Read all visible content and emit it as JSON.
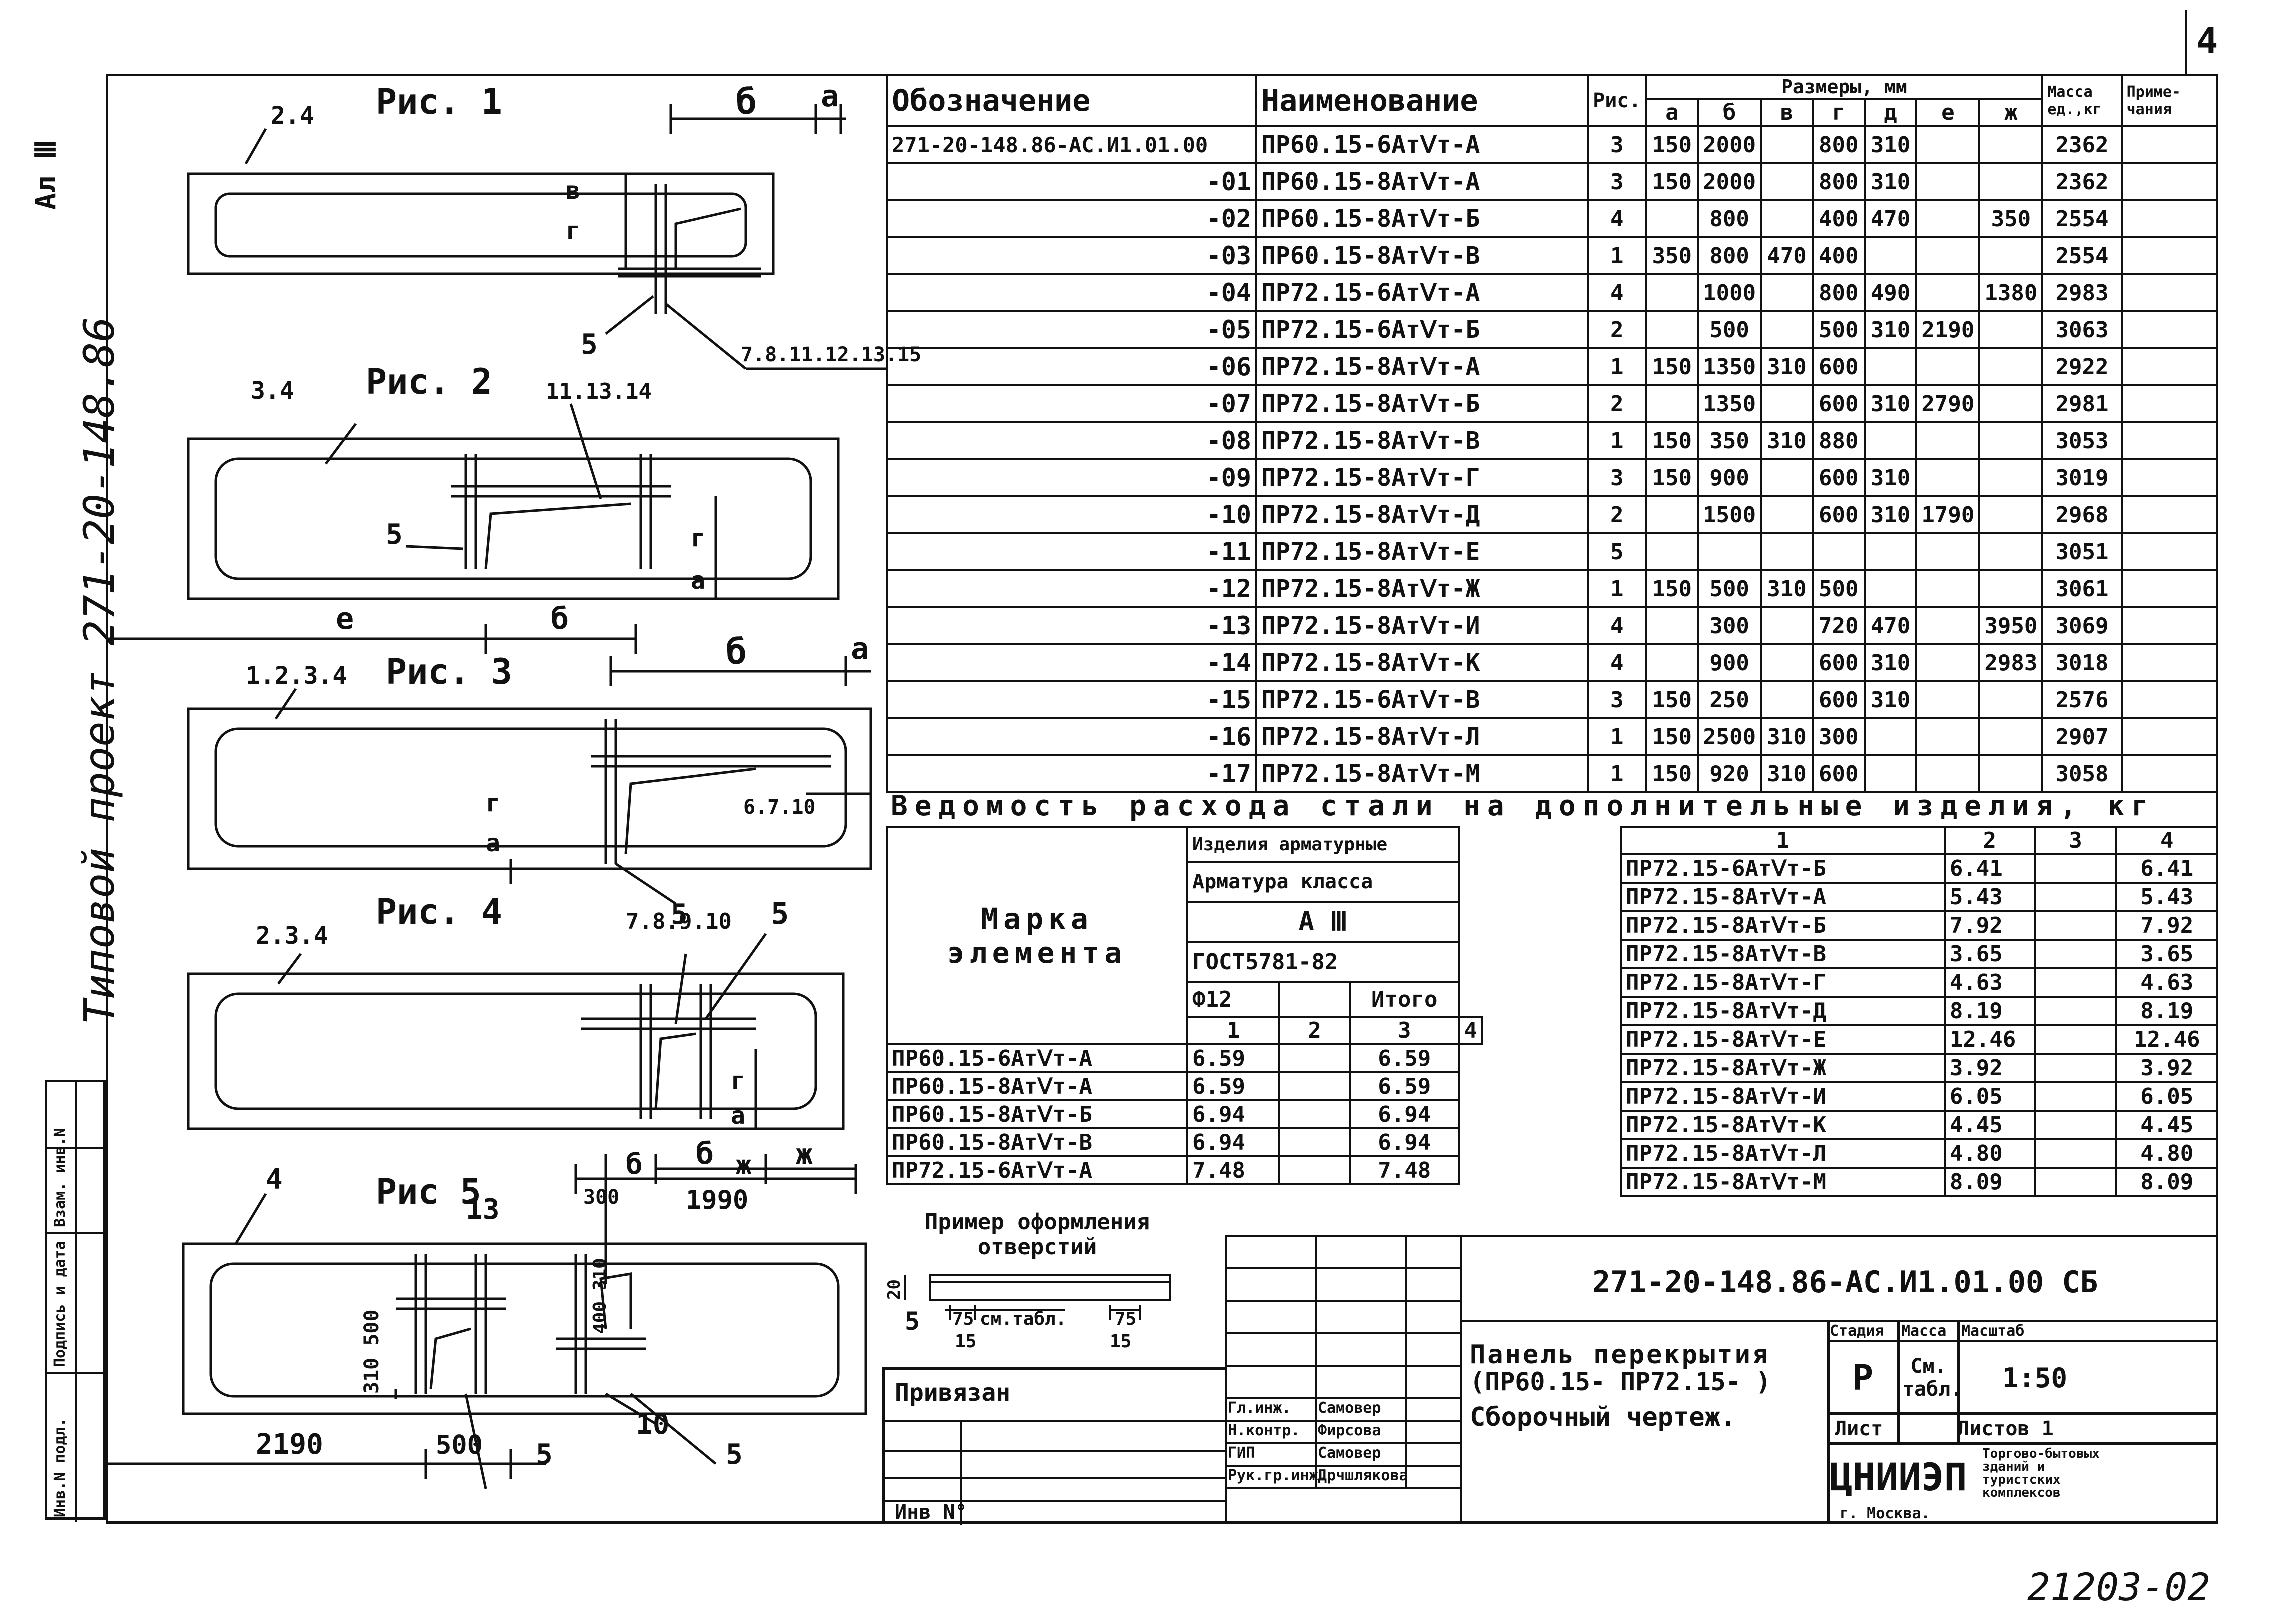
{
  "sheet": {
    "page_number": "4",
    "corner_code": "Ал Ⅲ",
    "side_title": "Типовой проект 271-20-148.86",
    "bottom_number": "21203-02",
    "side_stamp": [
      "Инв.N подл.",
      "Подпись и дата",
      "Взам. инв.N"
    ]
  },
  "figures": {
    "fig1": {
      "title": "Рис. 1",
      "labels": {
        "pos": "2.4",
        "b": "б",
        "a": "а",
        "v": "в",
        "g": "г",
        "n5": "5",
        "bars": "7.8.11.12.13.15"
      }
    },
    "fig2": {
      "title": "Рис. 2",
      "labels": {
        "pos": "3.4",
        "bars": "11.13.14",
        "n5": "5",
        "g": "г",
        "a": "а",
        "e": "е",
        "b": "б"
      }
    },
    "fig3": {
      "title": "Рис. 3",
      "labels": {
        "pos": "1.2.3.4",
        "b": "б",
        "a": "а",
        "g": "г",
        "a2": "а",
        "n5": "5",
        "bars": "6.7.10"
      }
    },
    "fig4": {
      "title": "Рис. 4",
      "labels": {
        "pos": "2.3.4",
        "bars": "7.8.9.10",
        "n5": "5",
        "g": "г",
        "a": "а",
        "b": "б",
        "zh": "ж"
      }
    },
    "fig5": {
      "title": "Рис 5",
      "labels": {
        "pos": "4",
        "n13": "13",
        "d300": "300",
        "d1990": "1990",
        "d2190": "2190",
        "d500": "500",
        "d310_500": "310 500",
        "d400_310": "400 310",
        "n5a": "5",
        "n10": "10",
        "n5b": "5",
        "b": "б",
        "zh": "ж"
      }
    }
  },
  "main_table": {
    "headers": {
      "designation": "Обозначение",
      "name": "Наименование",
      "fig": "Рис.",
      "sizes": "Размеры, мм",
      "size_cols": [
        "а",
        "б",
        "в",
        "г",
        "д",
        "е",
        "ж"
      ],
      "mass": "Масса ед.,кг",
      "notes": "Приме- чания"
    },
    "rows": [
      {
        "des": "271-20-148.86-АС.И1.01.00",
        "name": "ПР60.15-6АтⅤт-А",
        "fig": "3",
        "a": "150",
        "b": "2000",
        "v": "",
        "g": "800",
        "d": "310",
        "e": "",
        "zh": "",
        "mass": "2362"
      },
      {
        "des": "-01",
        "name": "ПР60.15-8АтⅤт-А",
        "fig": "3",
        "a": "150",
        "b": "2000",
        "v": "",
        "g": "800",
        "d": "310",
        "e": "",
        "zh": "",
        "mass": "2362"
      },
      {
        "des": "-02",
        "name": "ПР60.15-8АтⅤт-Б",
        "fig": "4",
        "a": "",
        "b": "800",
        "v": "",
        "g": "400",
        "d": "470",
        "e": "",
        "zh": "350",
        "mass": "2554"
      },
      {
        "des": "-03",
        "name": "ПР60.15-8АтⅤт-В",
        "fig": "1",
        "a": "350",
        "b": "800",
        "v": "470",
        "g": "400",
        "d": "",
        "e": "",
        "zh": "",
        "mass": "2554"
      },
      {
        "des": "-04",
        "name": "ПР72.15-6АтⅤт-А",
        "fig": "4",
        "a": "",
        "b": "1000",
        "v": "",
        "g": "800",
        "d": "490",
        "e": "",
        "zh": "1380",
        "mass": "2983"
      },
      {
        "des": "-05",
        "name": "ПР72.15-6АтⅤт-Б",
        "fig": "2",
        "a": "",
        "b": "500",
        "v": "",
        "g": "500",
        "d": "310",
        "e": "2190",
        "zh": "",
        "mass": "3063"
      },
      {
        "des": "-06",
        "name": "ПР72.15-8АтⅤт-А",
        "fig": "1",
        "a": "150",
        "b": "1350",
        "v": "310",
        "g": "600",
        "d": "",
        "e": "",
        "zh": "",
        "mass": "2922"
      },
      {
        "des": "-07",
        "name": "ПР72.15-8АтⅤт-Б",
        "fig": "2",
        "a": "",
        "b": "1350",
        "v": "",
        "g": "600",
        "d": "310",
        "e": "2790",
        "zh": "",
        "mass": "2981"
      },
      {
        "des": "-08",
        "name": "ПР72.15-8АтⅤт-В",
        "fig": "1",
        "a": "150",
        "b": "350",
        "v": "310",
        "g": "880",
        "d": "",
        "e": "",
        "zh": "",
        "mass": "3053"
      },
      {
        "des": "-09",
        "name": "ПР72.15-8АтⅤт-Г",
        "fig": "3",
        "a": "150",
        "b": "900",
        "v": "",
        "g": "600",
        "d": "310",
        "e": "",
        "zh": "",
        "mass": "3019"
      },
      {
        "des": "-10",
        "name": "ПР72.15-8АтⅤт-Д",
        "fig": "2",
        "a": "",
        "b": "1500",
        "v": "",
        "g": "600",
        "d": "310",
        "e": "1790",
        "zh": "",
        "mass": "2968"
      },
      {
        "des": "-11",
        "name": "ПР72.15-8АтⅤт-Е",
        "fig": "5",
        "a": "",
        "b": "",
        "v": "",
        "g": "",
        "d": "",
        "e": "",
        "zh": "",
        "mass": "3051"
      },
      {
        "des": "-12",
        "name": "ПР72.15-8АтⅤт-Ж",
        "fig": "1",
        "a": "150",
        "b": "500",
        "v": "310",
        "g": "500",
        "d": "",
        "e": "",
        "zh": "",
        "mass": "3061"
      },
      {
        "des": "-13",
        "name": "ПР72.15-8АтⅤт-И",
        "fig": "4",
        "a": "",
        "b": "300",
        "v": "",
        "g": "720",
        "d": "470",
        "e": "",
        "zh": "3950",
        "mass": "3069"
      },
      {
        "des": "-14",
        "name": "ПР72.15-8АтⅤт-К",
        "fig": "4",
        "a": "",
        "b": "900",
        "v": "",
        "g": "600",
        "d": "310",
        "e": "",
        "zh": "2983",
        "mass": "3018"
      },
      {
        "des": "-15",
        "name": "ПР72.15-6АтⅤт-В",
        "fig": "3",
        "a": "150",
        "b": "250",
        "v": "",
        "g": "600",
        "d": "310",
        "e": "",
        "zh": "",
        "mass": "2576"
      },
      {
        "des": "-16",
        "name": "ПР72.15-8АтⅤт-Л",
        "fig": "1",
        "a": "150",
        "b": "2500",
        "v": "310",
        "g": "300",
        "d": "",
        "e": "",
        "zh": "",
        "mass": "2907"
      },
      {
        "des": "-17",
        "name": "ПР72.15-8АтⅤт-М",
        "fig": "1",
        "a": "150",
        "b": "920",
        "v": "310",
        "g": "600",
        "d": "",
        "e": "",
        "zh": "",
        "mass": "3058"
      }
    ]
  },
  "steel_title": "Ведомость расхода стали на дополнительные изделия, кг",
  "steel_left": {
    "mark_header": "Марка элемента",
    "h1": "Изделия арматурные",
    "h2": "Арматура класса",
    "h3": "А Ⅲ",
    "h4": "ГОСТ5781-82",
    "h5": "Ф12",
    "h6": "Итого",
    "col_nums": [
      "1",
      "2",
      "3",
      "4"
    ],
    "rows": [
      {
        "mark": "ПР60.15-6АтⅤт-А",
        "v": "6.59",
        "total": "6.59"
      },
      {
        "mark": "ПР60.15-8АтⅤт-А",
        "v": "6.59",
        "total": "6.59"
      },
      {
        "mark": "ПР60.15-8АтⅤт-Б",
        "v": "6.94",
        "total": "6.94"
      },
      {
        "mark": "ПР60.15-8АтⅤт-В",
        "v": "6.94",
        "total": "6.94"
      },
      {
        "mark": "ПР72.15-6АтⅤт-А",
        "v": "7.48",
        "total": "7.48"
      }
    ]
  },
  "steel_right": {
    "col_nums": [
      "1",
      "2",
      "3",
      "4"
    ],
    "rows": [
      {
        "mark": "ПР72.15-6АтⅤт-Б",
        "v": "6.41",
        "total": "6.41"
      },
      {
        "mark": "ПР72.15-8АтⅤт-А",
        "v": "5.43",
        "total": "5.43"
      },
      {
        "mark": "ПР72.15-8АтⅤт-Б",
        "v": "7.92",
        "total": "7.92"
      },
      {
        "mark": "ПР72.15-8АтⅤт-В",
        "v": "3.65",
        "total": "3.65"
      },
      {
        "mark": "ПР72.15-8АтⅤт-Г",
        "v": "4.63",
        "total": "4.63"
      },
      {
        "mark": "ПР72.15-8АтⅤт-Д",
        "v": "8.19",
        "total": "8.19"
      },
      {
        "mark": "ПР72.15-8АтⅤт-Е",
        "v": "12.46",
        "total": "12.46"
      },
      {
        "mark": "ПР72.15-8АтⅤт-Ж",
        "v": "3.92",
        "total": "3.92"
      },
      {
        "mark": "ПР72.15-8АтⅤт-И",
        "v": "6.05",
        "total": "6.05"
      },
      {
        "mark": "ПР72.15-8АтⅤт-К",
        "v": "4.45",
        "total": "4.45"
      },
      {
        "mark": "ПР72.15-8АтⅤт-Л",
        "v": "4.80",
        "total": "4.80"
      },
      {
        "mark": "ПР72.15-8АтⅤт-М",
        "v": "8.09",
        "total": "8.09"
      }
    ]
  },
  "opening_example": {
    "title": "Пример оформления отверстий",
    "labels": {
      "d20": "20",
      "n5": "5",
      "d75a": "75",
      "tbl": "см.табл.",
      "d75b": "75",
      "d15a": "15",
      "d15b": "15"
    }
  },
  "title_block": {
    "doc_code": "271-20-148.86-АС.И1.01.00 СБ",
    "bound": "Привязан",
    "inv": "Инв N°",
    "title": [
      "Панель перекрытия",
      "(ПР60.15-  ПР72.15- )",
      "Сборочный чертеж."
    ],
    "stage_label": "Стадия",
    "mass_label": "Масса",
    "scale_label": "Масштаб",
    "stage": "Р",
    "mass": "См. табл.",
    "scale": "1:50",
    "sheet_label": "Лист",
    "sheets_label": "Листов 1",
    "org": "ЦНИИЭП",
    "org_city": "г. Москва.",
    "org_desc": "Торгово-бытовых зданий и туристских комплексов",
    "people": [
      {
        "role": "Гл.инж.",
        "name": "Самовер"
      },
      {
        "role": "Н.контр.",
        "name": "Фирсова"
      },
      {
        "role": "ГИП",
        "name": "Самовер"
      },
      {
        "role": "Рук.гр.инж.",
        "name": "Дрчшлякова"
      }
    ]
  }
}
